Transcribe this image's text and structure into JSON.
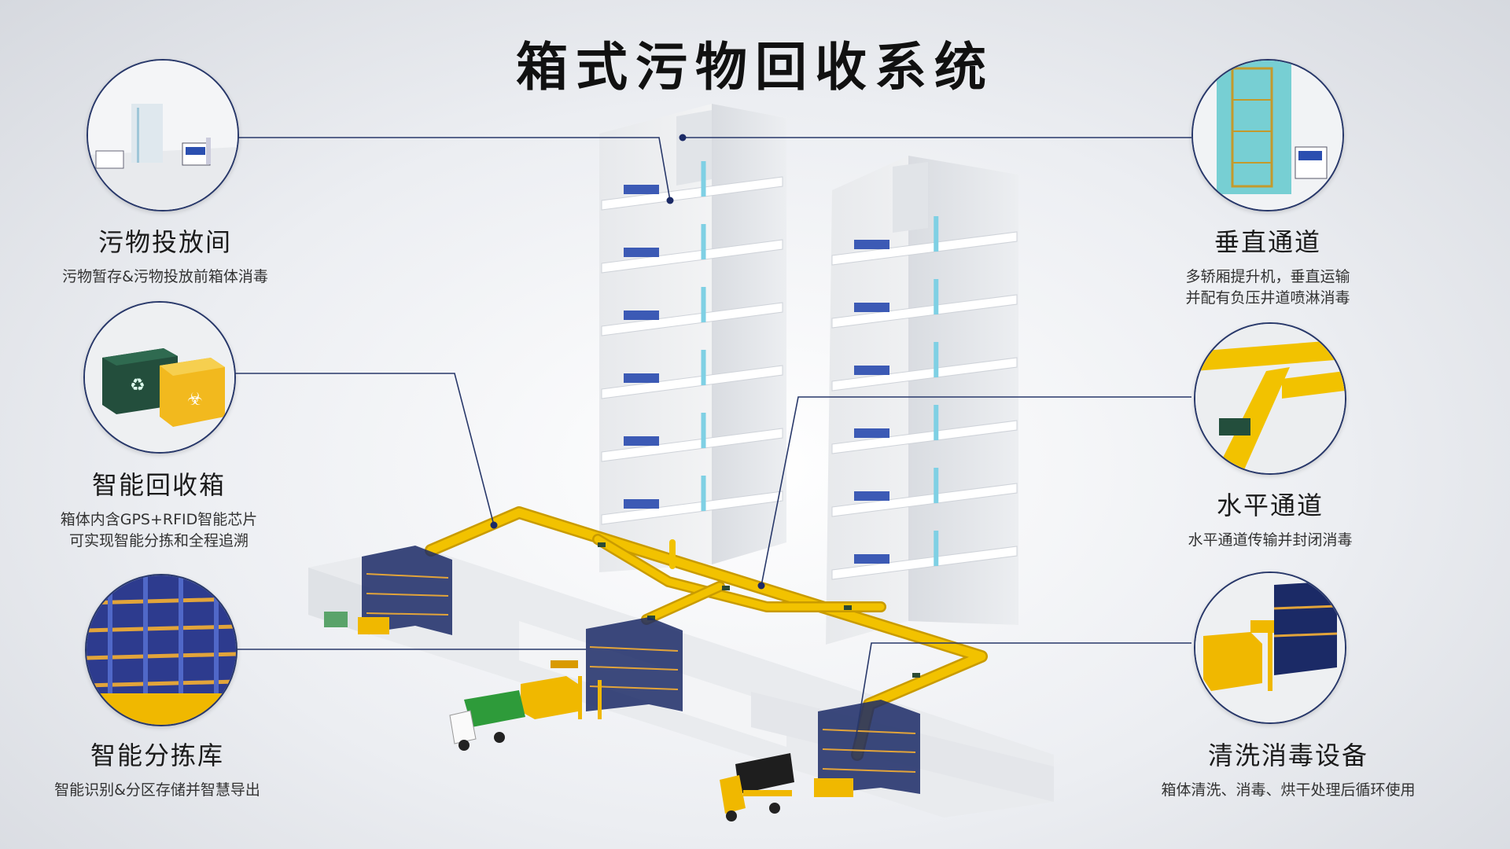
{
  "title": "箱式污物回收系统",
  "features": {
    "disposal_room": {
      "name": "污物投放间",
      "desc1": "污物暂存&污物投放前箱体消毒"
    },
    "smart_box": {
      "name": "智能回收箱",
      "desc1": "箱体内含GPS+RFID智能芯片",
      "desc2": "可实现智能分拣和全程追溯"
    },
    "sorting_warehouse": {
      "name": "智能分拣库",
      "desc1": "智能识别&分区存储并智慧导出"
    },
    "vertical_channel": {
      "name": "垂直通道",
      "desc1": "多轿厢提升机，垂直运输",
      "desc2": "并配有负压井道喷淋消毒"
    },
    "horizontal_channel": {
      "name": "水平通道",
      "desc1": "水平通道传输并封闭消毒"
    },
    "cleaning_equipment": {
      "name": "清洗消毒设备",
      "desc1": "箱体清洗、消毒、烘干处理后循环使用"
    }
  },
  "colors": {
    "conveyor": "#f2c200",
    "leader_line": "#28386a",
    "building": "#f4f5f7",
    "truck_green": "#2e9b3a",
    "truck_yellow": "#f0b800"
  }
}
